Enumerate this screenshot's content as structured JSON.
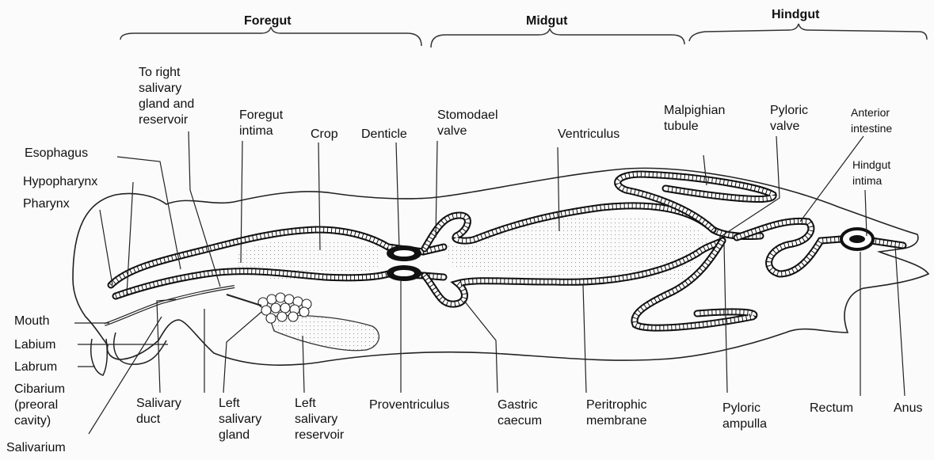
{
  "sections": {
    "foregut": "Foregut",
    "midgut": "Midgut",
    "hindgut": "Hindgut"
  },
  "labels": {
    "to_right_salivary": "To right\nsalivary\ngland and\nreservoir",
    "foregut_intima": "Foregut\nintima",
    "crop": "Crop",
    "denticle": "Denticle",
    "stomodael_valve": "Stomodael\nvalve",
    "ventriculus": "Ventriculus",
    "malpighian_tubule": "Malpighian\ntubule",
    "pyloric_valve": "Pyloric\nvalve",
    "anterior_intestine": "Anterior\nintestine",
    "hindgut_intima": "Hindgut\nintima",
    "esophagus": "Esophagus",
    "hypopharynx": "Hypopharynx",
    "pharynx": "Pharynx",
    "mouth": "Mouth",
    "labium": "Labium",
    "labrum": "Labrum",
    "cibarium": "Cibarium\n(preoral\ncavity)",
    "salivarium": "Salivarium",
    "salivary_duct": "Salivary\nduct",
    "left_salivary_gland": "Left\nsalivary\ngland",
    "left_salivary_reservoir": "Left\nsalivary\nreservoir",
    "proventriculus": "Proventriculus",
    "gastric_caecum": "Gastric\ncaecum",
    "peritrophic_membrane": "Peritrophic\nmembrane",
    "pyloric_ampulla": "Pyloric\nampulla",
    "rectum": "Rectum",
    "anus": "Anus"
  }
}
